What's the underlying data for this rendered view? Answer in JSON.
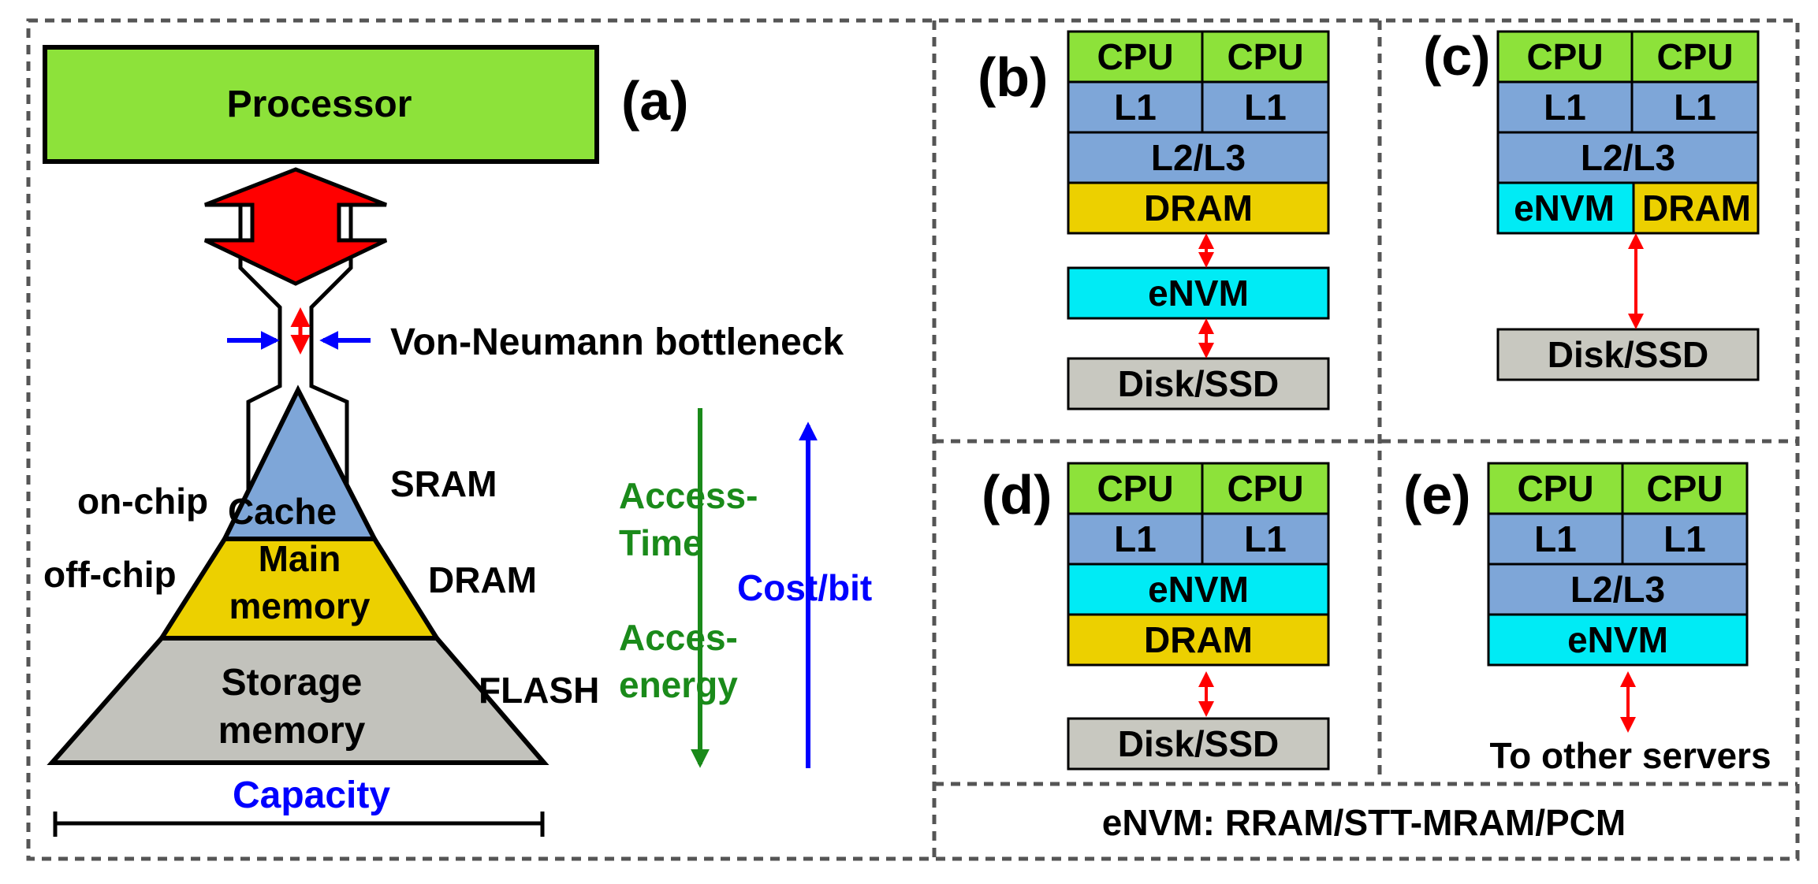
{
  "panel_a": {
    "label": "(a)",
    "processor": "Processor",
    "bottleneck": "Von-Neumann bottleneck",
    "on_chip": "on-chip",
    "off_chip": "off-chip",
    "cache": "Cache",
    "main_memory_1": "Main",
    "main_memory_2": "memory",
    "storage_1": "Storage",
    "storage_2": "memory",
    "sram": "SRAM",
    "dram": "DRAM",
    "flash": "FLASH",
    "access_time_1": "Access-",
    "access_time_2": "Time",
    "access_energy_1": "Acces-",
    "access_energy_2": "energy",
    "cost_bit": "Cost/bit",
    "capacity": "Capacity"
  },
  "panel_b": {
    "label": "(b)",
    "cpu1": "CPU",
    "cpu2": "CPU",
    "l1a": "L1",
    "l1b": "L1",
    "l23": "L2/L3",
    "dram": "DRAM",
    "envm": "eNVM",
    "disk": "Disk/SSD"
  },
  "panel_c": {
    "label": "(c)",
    "cpu1": "CPU",
    "cpu2": "CPU",
    "l1a": "L1",
    "l1b": "L1",
    "l23": "L2/L3",
    "envm": "eNVM",
    "dram": "DRAM",
    "disk": "Disk/SSD"
  },
  "panel_d": {
    "label": "(d)",
    "cpu1": "CPU",
    "cpu2": "CPU",
    "l1a": "L1",
    "l1b": "L1",
    "envm": "eNVM",
    "dram": "DRAM",
    "disk": "Disk/SSD"
  },
  "panel_e": {
    "label": "(e)",
    "cpu1": "CPU",
    "cpu2": "CPU",
    "l1a": "L1",
    "l1b": "L1",
    "l23": "L2/L3",
    "envm": "eNVM",
    "servers": "To other servers"
  },
  "footer": {
    "envm_note": "eNVM: RRAM/STT-MRAM/PCM"
  },
  "colors": {
    "cpu": "#8de23a",
    "cache": "#7ea6d8",
    "dram": "#ecd000",
    "envm": "#00ebf5",
    "disk": "#c8c8c0",
    "arrow_red": "#ff0000",
    "arrow_green": "#1a8a1a",
    "arrow_blue": "#0000ff",
    "storage": "#c2c2bc"
  }
}
